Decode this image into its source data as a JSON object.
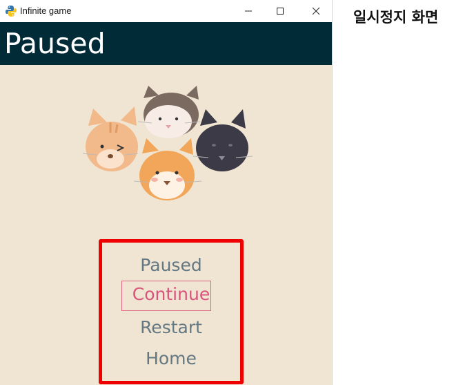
{
  "window": {
    "title": "Infinite game",
    "icon": "python-icon",
    "controls": [
      "minimize-icon",
      "maximize-icon",
      "close-icon"
    ]
  },
  "game": {
    "header_title": "Paused",
    "menu": {
      "title": "Paused",
      "items": [
        {
          "label": "Continue",
          "selected": true
        },
        {
          "label": "Restart",
          "selected": false
        },
        {
          "label": "Home",
          "selected": false
        }
      ]
    }
  },
  "annotation": {
    "label": "일시정지 화면",
    "highlight_color": "#ee0000"
  },
  "colors": {
    "header_bg": "#022b38",
    "content_bg": "#efe5d2",
    "menu_text": "#647883",
    "selected_text": "#d9537b"
  }
}
